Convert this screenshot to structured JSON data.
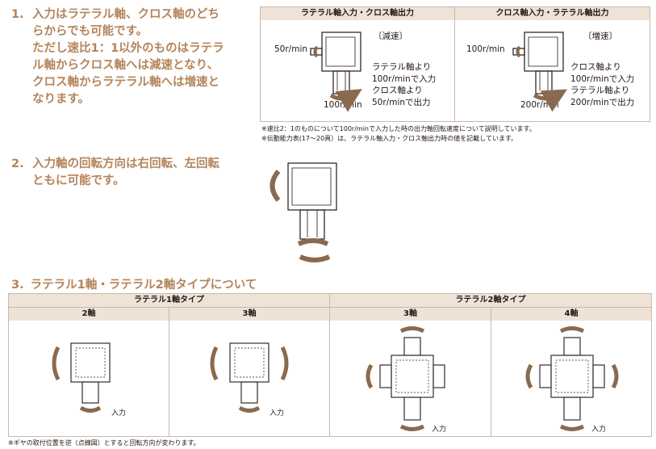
{
  "note1": {
    "num": "1.",
    "text": "入力はラテラル軸、クロス軸のどち\nらからでも可能です。\nただし速比1：1以外のものはラテラ\nル軸からクロス軸へは減速となり、\nクロス軸からラテラル軸へは増速と\nなります。"
  },
  "note2": {
    "num": "2.",
    "text": "入力軸の回転方向は右回転、左回転\nともに可能です。"
  },
  "speed_table": {
    "col1_header": "ラテラル軸入力・クロス軸出力",
    "col2_header": "クロス軸入力・ラテラル軸出力",
    "col1": {
      "badge": "〔減速〕",
      "input_speed": "50r/min",
      "output_speed": "100r/min",
      "desc": "ラテラル軸より\n100r/minで入力\nクロス軸より\n50r/minで出力"
    },
    "col2": {
      "badge": "〔増速〕",
      "input_speed": "100r/min",
      "output_speed": "200r/min",
      "desc": "クロス軸より\n100r/minで入力\nラテラル軸より\n200r/minで出力"
    }
  },
  "footnotes": {
    "f1": "※速比2：1のものについて100r/minで入力した時の出力軸回転速度について説明しています。",
    "f2": "※伝動能力表(17〜20頁）は、ラテラル軸入力・クロス軸出力時の値を記載しています。",
    "f3": "※ギヤの取付位置を逆（点線図）とすると回転方向が変わります。"
  },
  "section3": {
    "num": "3.",
    "title": "ラテラル1軸・ラテラル2軸タイプについて"
  },
  "type_table": {
    "group1": "ラテラル1軸タイプ",
    "group2": "ラテラル2軸タイプ",
    "cols": [
      "2軸",
      "3軸",
      "3軸",
      "4軸"
    ],
    "input_label": "入力"
  },
  "colors": {
    "accent": "#b4845a",
    "header_bg": "#efe3d8",
    "arrow": "#8a6a4e"
  }
}
